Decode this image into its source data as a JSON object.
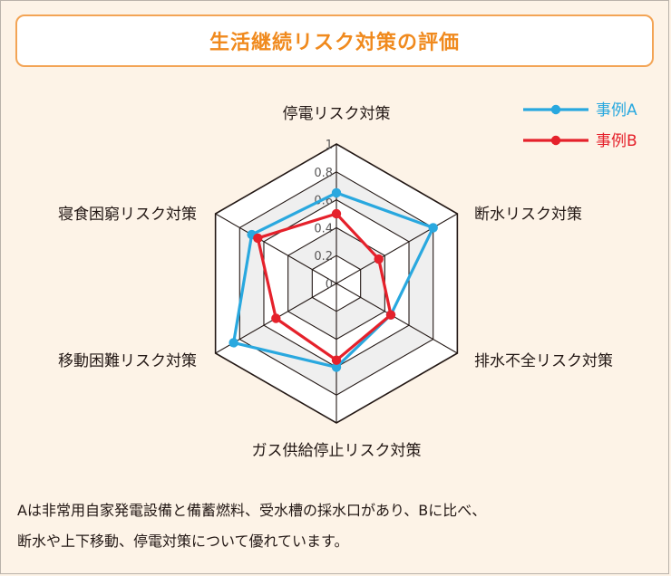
{
  "title": "生活継続リスク対策の評価",
  "caption": {
    "line1": "Aは非常用自家発電設備と備蓄燃料、受水槽の採水口があり、Bに比べ、",
    "line2": "断水や上下移動、停電対策について優れています。"
  },
  "colors": {
    "seriesA": "#29a8df",
    "seriesB": "#e5212b",
    "title": "#f08a1e",
    "titleBorder": "#f3a455",
    "background": "#fdf3e7"
  },
  "chart_data": {
    "type": "radar",
    "categories": [
      "停電リスク対策",
      "断水リスク対策",
      "排水不全リスク対策",
      "ガス供給停止リスク対策",
      "移動困難リスク対策",
      "寝食困窮リスク対策"
    ],
    "series": [
      {
        "name": "事例A",
        "values": [
          0.65,
          0.8,
          0.45,
          0.6,
          0.85,
          0.7
        ]
      },
      {
        "name": "事例B",
        "values": [
          0.5,
          0.35,
          0.45,
          0.55,
          0.5,
          0.65
        ]
      }
    ],
    "rlim": [
      0,
      1
    ],
    "ticks": [
      "0",
      "0.2",
      "0.4",
      "0.6",
      "0.8",
      "1"
    ],
    "legend": "top-right",
    "grid": true
  }
}
